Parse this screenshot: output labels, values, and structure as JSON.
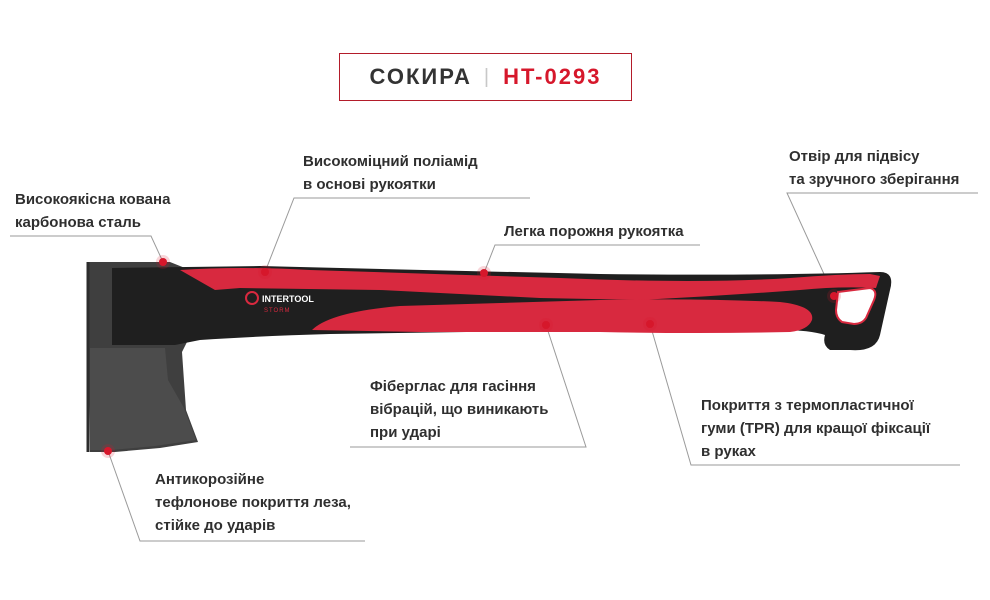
{
  "title": {
    "name": "СОКИРА",
    "separator": "|",
    "model": "HT-0293"
  },
  "brand": {
    "logo_text": "INTERTOOL",
    "sub_text": "STORM"
  },
  "colors": {
    "accent": "#d6172b",
    "handle_red": "#d8293f",
    "handle_black": "#1f1f1f",
    "blade_gray": "#4a4a4a",
    "leader_line": "#9a9a9a"
  },
  "callouts": {
    "steel": [
      "Високоякісна кована",
      "карбонова сталь"
    ],
    "polyamide": [
      "Високоміцний поліамід",
      "в основі рукоятки"
    ],
    "hollow": [
      "Легка порожня рукоятка"
    ],
    "hole": [
      "Отвір для підвісу",
      "та зручного зберігання"
    ],
    "fiberglass": [
      "Фіберглас для гасіння",
      "вібрацій, що виникають",
      "при ударі"
    ],
    "tpr": [
      "Покриття з термопластичної",
      "гуми (TPR) для кращої фіксації",
      "в руках"
    ],
    "coating": [
      "Антикорозійне",
      "тефлонове покриття леза,",
      "стійке до ударів"
    ]
  }
}
